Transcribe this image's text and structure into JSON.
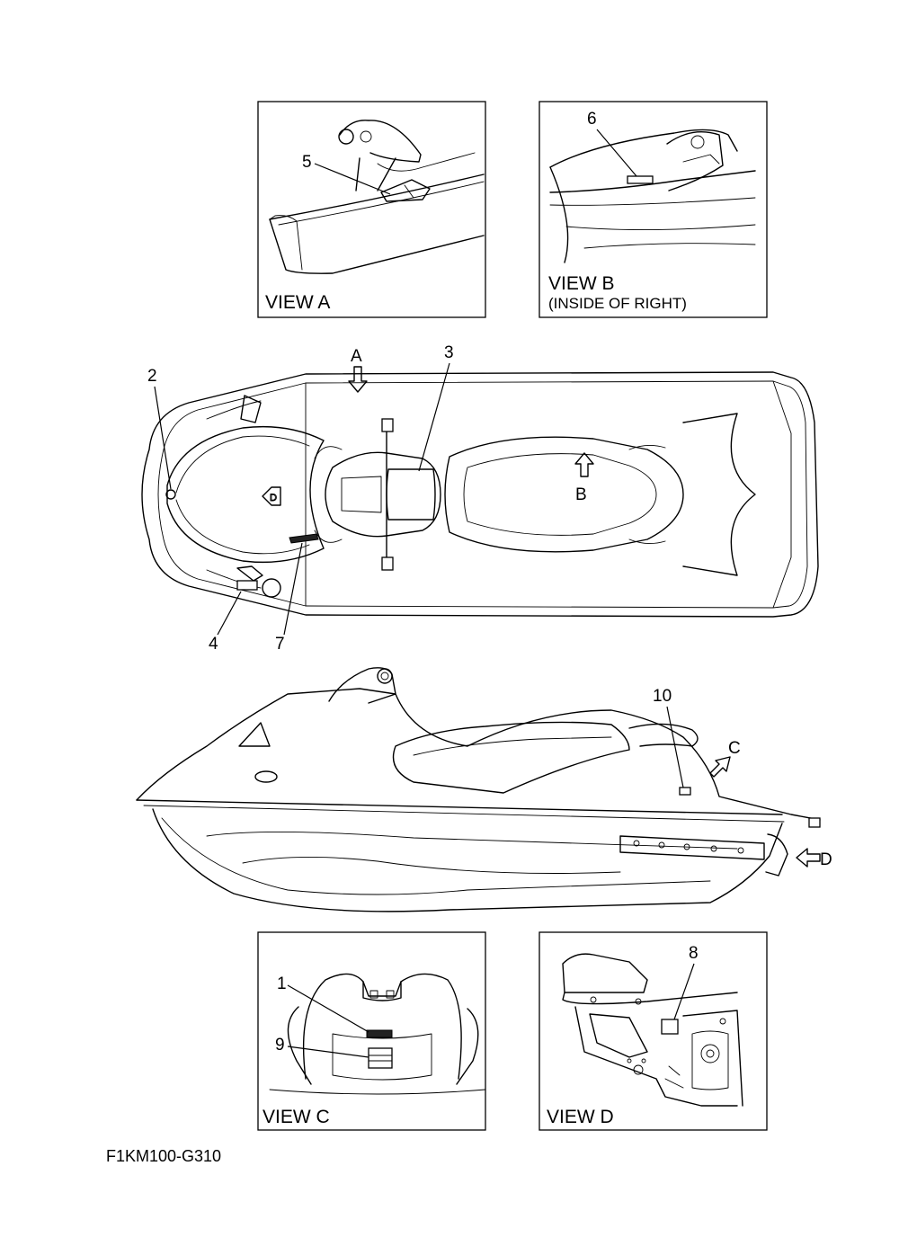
{
  "views": {
    "view_a": "VIEW A",
    "view_b": "VIEW B",
    "view_b_sub": "(INSIDE OF RIGHT)",
    "view_c": "VIEW C",
    "view_d": "VIEW D"
  },
  "callouts": {
    "n1": "1",
    "n2": "2",
    "n3": "3",
    "n4": "4",
    "n5": "5",
    "n6": "6",
    "n7": "7",
    "n8": "8",
    "n9": "9",
    "n10": "10"
  },
  "direction_markers": {
    "a": "A",
    "b": "B",
    "c": "C",
    "d": "D"
  },
  "figure_code": "F1KM100-G310"
}
